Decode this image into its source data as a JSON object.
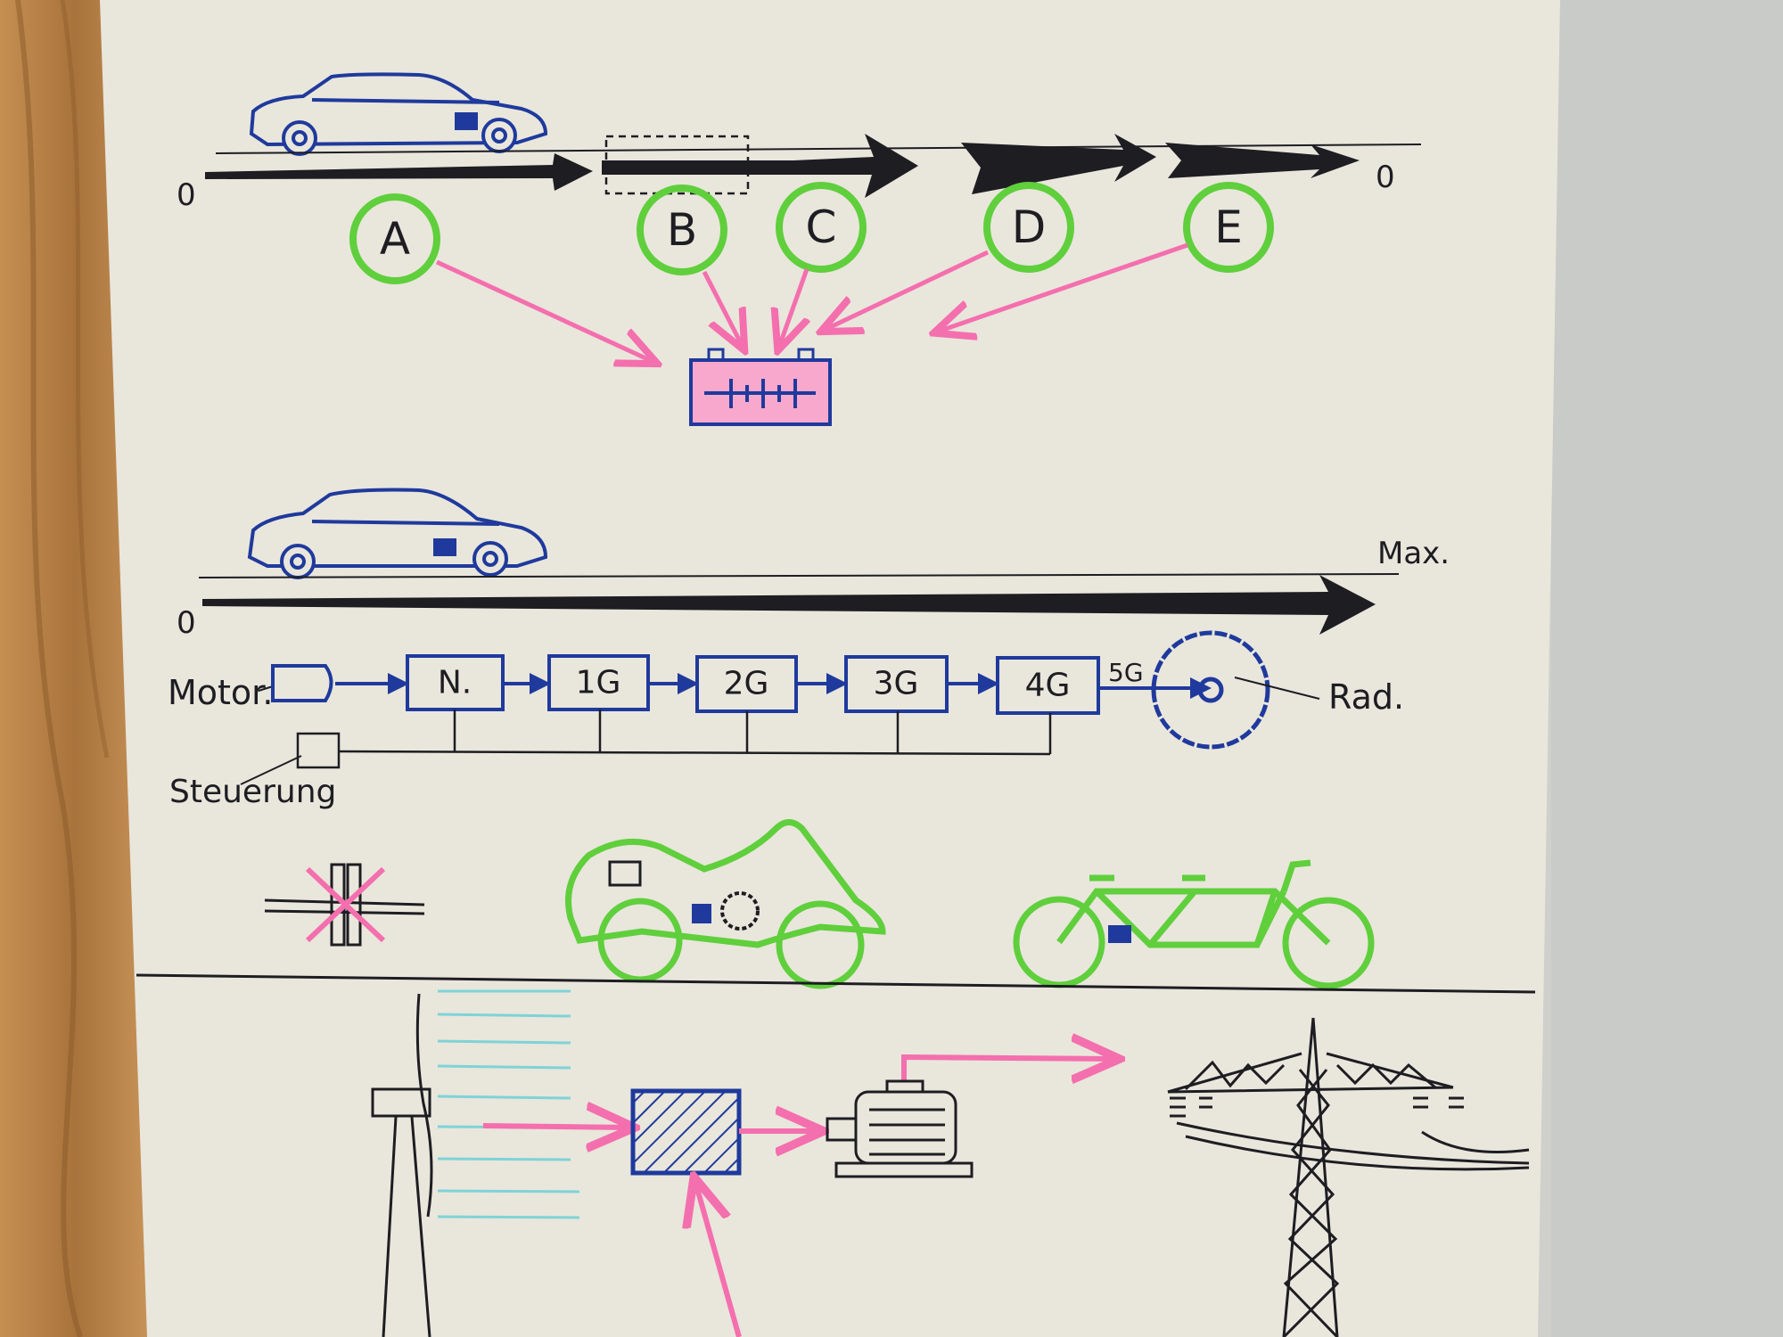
{
  "colors": {
    "paper": "#e9e6dc",
    "wood": "#b9844a",
    "wall": "#c9cbc8",
    "ink_black": "#1d1d22",
    "ink_blue": "#1f3a9c",
    "ink_green": "#5fcf3c",
    "ink_pink": "#f46fae",
    "ink_cyan": "#7fd3d6"
  },
  "section1": {
    "start_label": "0",
    "end_label": "0",
    "phases": [
      {
        "label": "A"
      },
      {
        "label": "B"
      },
      {
        "label": "C"
      },
      {
        "label": "D"
      },
      {
        "label": "E"
      }
    ]
  },
  "section2": {
    "start_label": "0",
    "max_label": "Max.",
    "drivetrain": {
      "motor_label": "Motor.",
      "gears": [
        "N.",
        "1G",
        "2G",
        "3G",
        "4G"
      ],
      "fifth_gear_label": "5G",
      "wheel_label": "Rad.",
      "control_label": "Steuerung"
    }
  }
}
